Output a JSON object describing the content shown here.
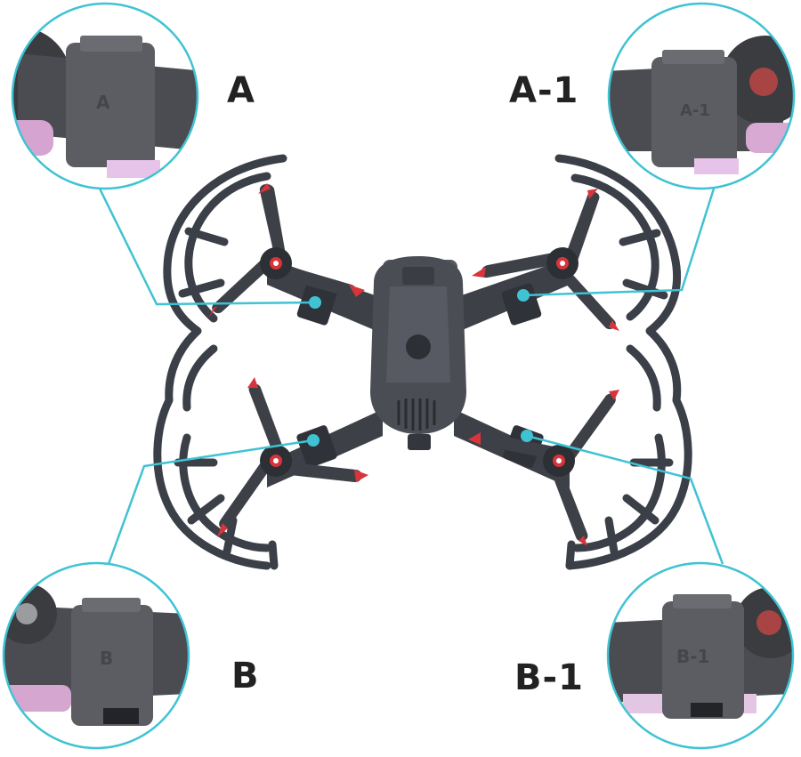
{
  "labels": {
    "a": "A",
    "a1": "A-1",
    "b": "B",
    "b1": "B-1"
  },
  "callout_marks": {
    "a": "A",
    "a1": "A-1",
    "b": "B",
    "b1": "B-1"
  },
  "colors": {
    "callout": "#3fc3d3",
    "frame": "#3b3f47",
    "body": "#4a4d54",
    "accent": "#d8343b"
  }
}
